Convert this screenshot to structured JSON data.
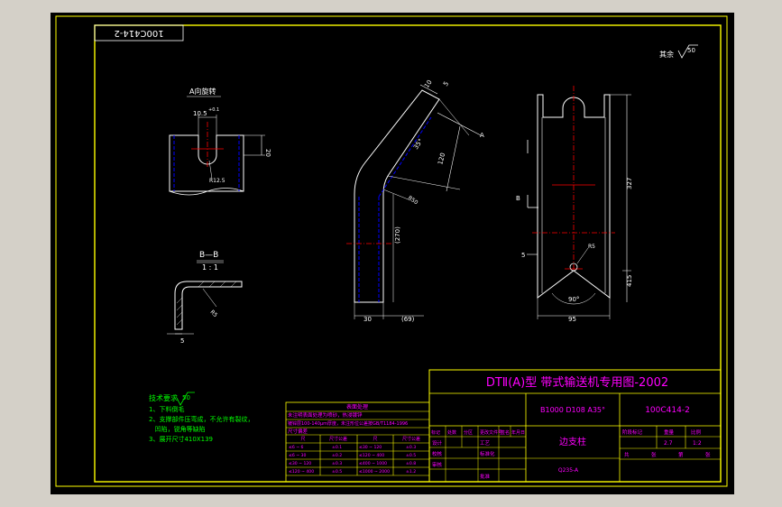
{
  "colors": {
    "background": "#000000",
    "frame": "#ffff00",
    "outline": "#ffffff",
    "dimension": "#00ff00",
    "centerline": "#ff0000",
    "hidden": "#0000ff",
    "title_text": "#ff00ff",
    "table_text": "#ff00ff",
    "notes": "#00ff00"
  },
  "drawing": {
    "code_box": "100C414-2",
    "roughness": "其余",
    "roughness_value": "50",
    "view_a_title": "A向旋转",
    "view_a_dim_width": "10.5",
    "view_a_dim_tol": "+0.1",
    "view_a_dim_height": "20",
    "view_a_radius": "R12.5",
    "view_b_title": "B—B",
    "view_b_scale": "1 : 1",
    "view_b_dim_bend": "R5",
    "view_b_dim_thk": "5",
    "main_dim_top_a": "10",
    "main_dim_top_b": "5",
    "main_dim_angle": "35°",
    "main_dim_len": "120",
    "main_dim_r": "R50",
    "main_dim_vert": "(270)",
    "main_dim_w1": "30",
    "main_dim_w2": "(69)",
    "main_label_a": "A",
    "side_dim_h1": "327",
    "side_dim_h2": "415",
    "side_dim_r": "R5",
    "side_dim_angle": "90°",
    "side_dim_w": "95",
    "side_label_b": "B",
    "side_label_s": "5"
  },
  "notes": {
    "title": "技术要求",
    "roughness_value": "50",
    "items": [
      "1、下料倒毛",
      "2、支撑部件压弯成，不允许有裂纹，",
      "   凹陷，锐角等缺陷",
      "3、展开尺寸410X139"
    ]
  },
  "surface_table": {
    "title": "表面处理",
    "rows": [
      "未注明表面处理为喷砂，热浸镀锌",
      "镀锌层100-140μm厚度，未注形位公差按GB/T1184-1996"
    ],
    "subtitle": "尺寸偏差",
    "header": [
      "尺",
      "尺寸公差",
      "尺",
      "尺寸公差"
    ],
    "data": [
      [
        "≤6 ~ 6",
        "±0.1",
        "≤30 ~ 120",
        "±0.3"
      ],
      [
        "≤6 ~ 30",
        "±0.2",
        "≤120 ~ 400",
        "±0.5"
      ],
      [
        "≤30 ~ 120",
        "±0.3",
        "≤400 ~ 1000",
        "±0.8"
      ],
      [
        "≤120 ~ 400",
        "±0.5",
        "≤1000 ~ 2000",
        "±1.2"
      ]
    ]
  },
  "title_block": {
    "main_title": "DTⅡ(A)型  带式输送机专用图-2002",
    "spec": "B1000 D108 A35°",
    "code": "100C414-2",
    "part_name": "边支柱",
    "material": "Q235-A",
    "rev_header": [
      "标记",
      "处数",
      "分区",
      "更改文件号",
      "签名",
      "年月日"
    ],
    "roles": [
      "设计",
      "校核",
      "审核",
      "工艺",
      "标准化",
      "批准"
    ],
    "stage_header": [
      "阶段标记",
      "重量",
      "比例"
    ],
    "weight": "2.7",
    "scale": "1:2",
    "sheet": [
      "共",
      "张",
      "第",
      "张"
    ]
  }
}
